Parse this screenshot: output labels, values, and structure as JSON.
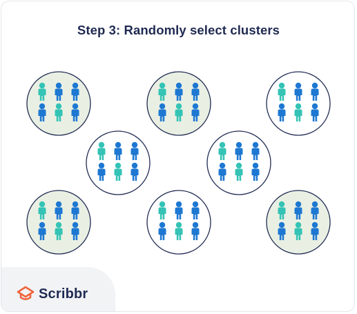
{
  "title": "Step 3: Randomly select clusters",
  "brand": {
    "name": "Scribbr",
    "logo_icon": "scribbr-logo-icon",
    "color": "#f0643c"
  },
  "colors": {
    "person_dark": "#1e78d2",
    "person_light": "#34c3b5",
    "cluster_selected_fill": "#e9f0e3",
    "cluster_unselected_fill": "#ffffff",
    "cluster_border": "#1f2a52",
    "title": "#1f2a52"
  },
  "clusters": [
    {
      "id": "cluster-1",
      "selected": true,
      "people": [
        "light",
        "dark",
        "dark",
        "dark",
        "light",
        "dark"
      ]
    },
    {
      "id": "cluster-2",
      "selected": true,
      "people": [
        "light",
        "dark",
        "dark",
        "dark",
        "light",
        "dark"
      ]
    },
    {
      "id": "cluster-3",
      "selected": false,
      "people": [
        "light",
        "dark",
        "dark",
        "dark",
        "light",
        "dark"
      ]
    },
    {
      "id": "cluster-4",
      "selected": false,
      "people": [
        "light",
        "dark",
        "dark",
        "dark",
        "light",
        "dark"
      ]
    },
    {
      "id": "cluster-5",
      "selected": false,
      "people": [
        "light",
        "dark",
        "dark",
        "dark",
        "light",
        "dark"
      ]
    },
    {
      "id": "cluster-6",
      "selected": true,
      "people": [
        "light",
        "dark",
        "dark",
        "dark",
        "light",
        "dark"
      ]
    },
    {
      "id": "cluster-7",
      "selected": false,
      "people": [
        "light",
        "dark",
        "dark",
        "dark",
        "light",
        "dark"
      ]
    },
    {
      "id": "cluster-8",
      "selected": true,
      "people": [
        "light",
        "dark",
        "dark",
        "dark",
        "light",
        "dark"
      ]
    }
  ]
}
